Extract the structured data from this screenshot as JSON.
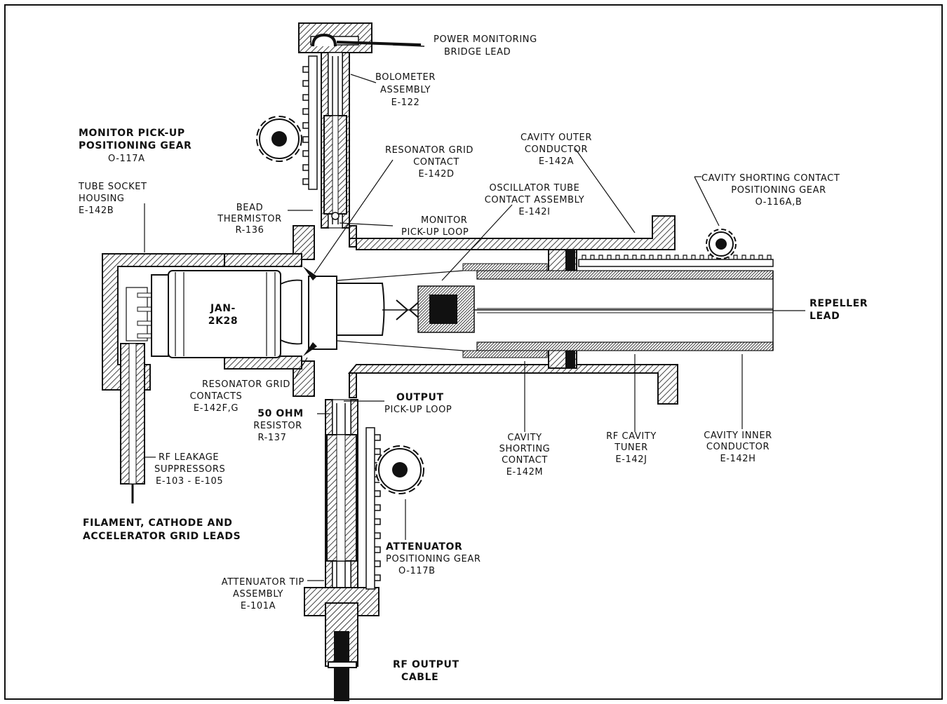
{
  "labels": {
    "power_monitoring": [
      "POWER MONITORING",
      "BRIDGE LEAD"
    ],
    "bolometer": [
      "BOLOMETER",
      "ASSEMBLY",
      "E-122"
    ],
    "monitor_gear": [
      "MONITOR PICK-UP",
      "POSITIONING GEAR",
      "O-117A"
    ],
    "resonator_grid_contact": [
      "RESONATOR GRID",
      "CONTACT",
      "E-142D"
    ],
    "cavity_outer": [
      "CAVITY OUTER",
      "CONDUCTOR",
      "E-142A"
    ],
    "cavity_shorting_gear": [
      "CAVITY SHORTING CONTACT",
      "POSITIONING GEAR",
      "O-116A,B"
    ],
    "tube_socket": [
      "TUBE SOCKET",
      "HOUSING",
      "E-142B"
    ],
    "bead_thermistor": [
      "BEAD",
      "THERMISTOR",
      "R-136"
    ],
    "monitor_loop": [
      "MONITOR",
      "PICK-UP LOOP"
    ],
    "oscillator_contact": [
      "OSCILLATOR TUBE",
      "CONTACT ASSEMBLY",
      "E-142I"
    ],
    "tube": [
      "JAN-",
      "2K28"
    ],
    "repeller": [
      "REPELLER",
      "LEAD"
    ],
    "resonator_grid_contacts": [
      "RESONATOR GRID",
      "CONTACTS",
      "E-142F,G"
    ],
    "output_loop": [
      "OUTPUT",
      "PICK-UP LOOP"
    ],
    "resistor": [
      "50 OHM",
      "RESISTOR",
      "R-137"
    ],
    "cavity_shorting_contact": [
      "CAVITY",
      "SHORTING",
      "CONTACT",
      "E-142M"
    ],
    "rf_tuner": [
      "RF CAVITY",
      "TUNER",
      "E-142J"
    ],
    "cavity_inner": [
      "CAVITY INNER",
      "CONDUCTOR",
      "E-142H"
    ],
    "rf_leakage": [
      "RF LEAKAGE",
      "SUPPRESSORS",
      "E-103 - E-105"
    ],
    "filament": [
      "FILAMENT, CATHODE AND",
      "ACCELERATOR GRID LEADS"
    ],
    "attenuator_gear": [
      "ATTENUATOR",
      "POSITIONING GEAR",
      "O-117B"
    ],
    "attenuator_tip": [
      "ATTENUATOR TIP",
      "ASSEMBLY",
      "E-101A"
    ],
    "rf_output": [
      "RF OUTPUT",
      "CABLE"
    ]
  }
}
